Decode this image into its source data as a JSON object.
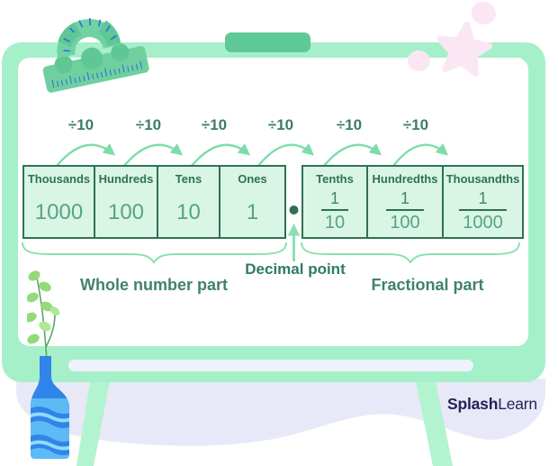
{
  "board": {
    "divide_labels": [
      "÷10",
      "÷10",
      "÷10",
      "÷10",
      "÷10",
      "÷10"
    ],
    "whole_table": {
      "columns": [
        {
          "label": "Thousands",
          "value": "1000"
        },
        {
          "label": "Hundreds",
          "value": "100"
        },
        {
          "label": "Tens",
          "value": "10"
        },
        {
          "label": "Ones",
          "value": "1"
        }
      ]
    },
    "fraction_table": {
      "columns": [
        {
          "label": "Tenths",
          "numerator": "1",
          "denominator": "10"
        },
        {
          "label": "Hundredths",
          "numerator": "1",
          "denominator": "100"
        },
        {
          "label": "Thousandths",
          "numerator": "1",
          "denominator": "1000"
        }
      ]
    },
    "decimal_point_label": "Decimal point",
    "whole_part_label": "Whole number part",
    "fractional_part_label": "Fractional part"
  },
  "logo": {
    "bold": "Splash",
    "regular": "Learn"
  },
  "colors": {
    "frame_green": "#a6f0c9",
    "board_white": "#ffffff",
    "cell_background": "#d9f5e5",
    "table_border": "#2f7155",
    "header_text": "#2f7155",
    "value_text": "#58a285",
    "divide_label_text": "#3b7e63",
    "arrow_green": "#7edcab",
    "section_label_text": "#40836a",
    "marker_green": "#5ec897",
    "decor_pink": "#fbe7f3",
    "blob_lavender": "#e8e9f8",
    "easel_leg_green": "#b2f3d0",
    "bottle_blue": "#3185ea",
    "logo_navy": "#23235a"
  }
}
